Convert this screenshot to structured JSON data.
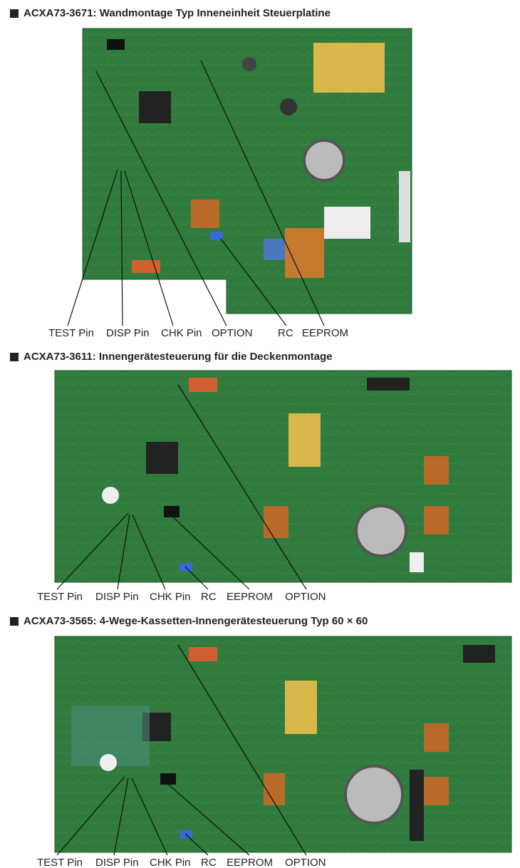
{
  "sections": [
    {
      "title": "ACXA73-3671: Wandmontage Typ Inneneinheit Steuerplatine",
      "labels": [
        "TEST Pin",
        "DISP Pin",
        "CHK Pin",
        "OPTION",
        "RC",
        "EEPROM"
      ]
    },
    {
      "title": "ACXA73-3611: Innengerätesteuerung für die Deckenmontage",
      "labels": [
        "TEST Pin",
        "DISP Pin",
        "CHK Pin",
        "RC",
        "EEPROM",
        "OPTION"
      ]
    },
    {
      "title": "ACXA73-3565: 4-Wege-Kassetten-Innengerätesteuerung Typ 60 × 60",
      "labels": [
        "TEST Pin",
        "DISP Pin",
        "CHK Pin",
        "RC",
        "EEPROM",
        "OPTION"
      ]
    }
  ],
  "colors": {
    "board": "#2f7a3c",
    "board_dark": "#1f5a2a",
    "text": "#222222"
  }
}
